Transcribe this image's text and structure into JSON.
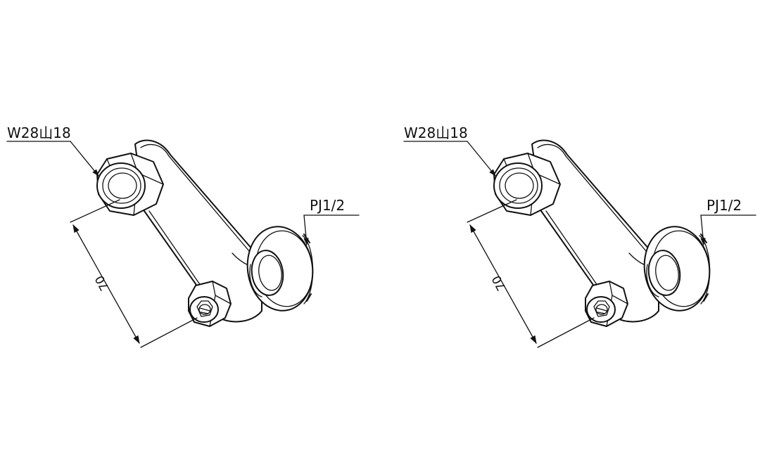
{
  "diagrams": [
    {
      "labels": {
        "thread_nut": "W28山18",
        "pipe_thread": "PJ1/2",
        "dimension": "70"
      }
    },
    {
      "labels": {
        "thread_nut": "W28山18",
        "pipe_thread": "PJ1/2",
        "dimension": "70"
      }
    }
  ],
  "colors": {
    "line": "#111111",
    "background": "#ffffff"
  }
}
